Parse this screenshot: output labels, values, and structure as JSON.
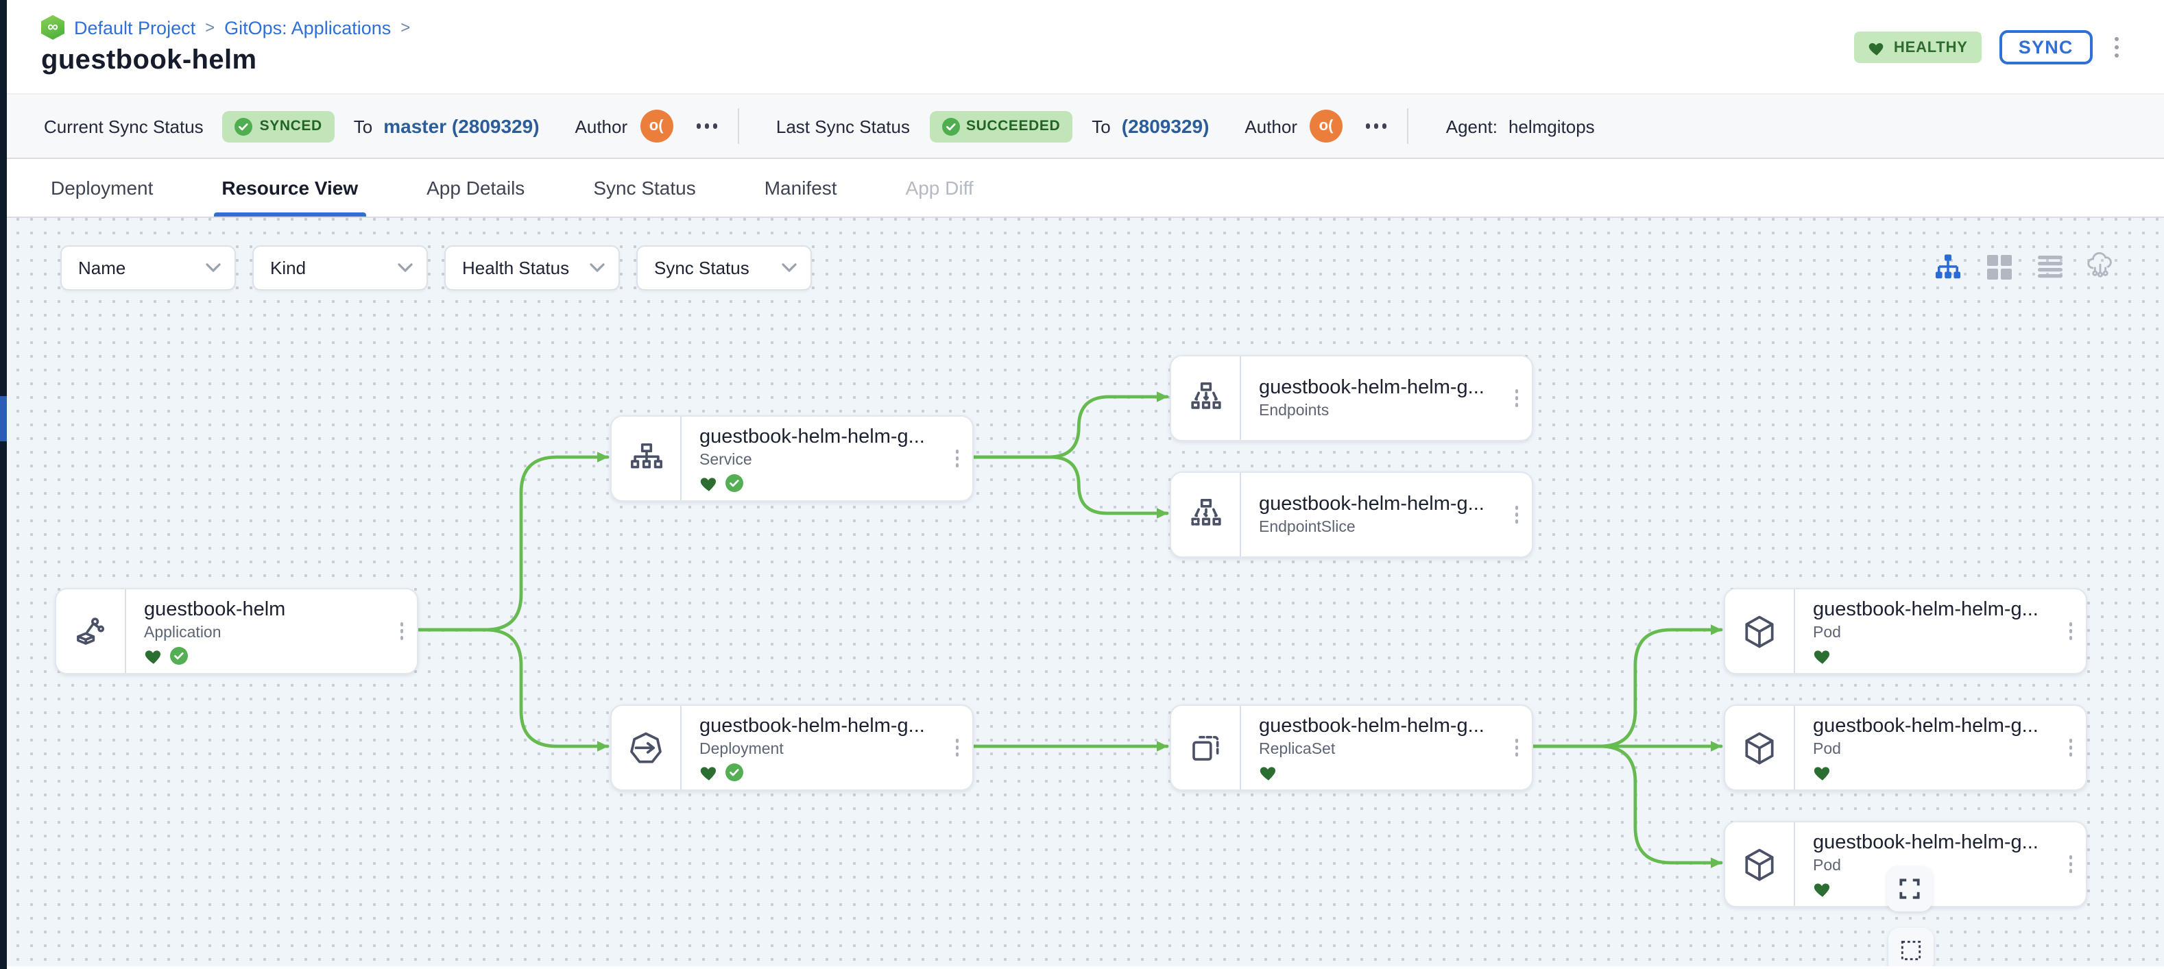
{
  "breadcrumb": {
    "brand_icon": "codefresh-infinity-icon",
    "items": [
      "Default Project",
      "GitOps: Applications"
    ],
    "separator": ">"
  },
  "page": {
    "title": "guestbook-helm"
  },
  "header_actions": {
    "health_badge": {
      "label": "HEALTHY",
      "icon": "heart-icon"
    },
    "sync_button": "SYNC",
    "more_icon": "kebab-menu-icon"
  },
  "status_bar": {
    "current": {
      "label": "Current Sync Status",
      "badge": "SYNCED",
      "to_label": "To",
      "revision": "master (2809329)",
      "author_label": "Author",
      "avatar_text": "o("
    },
    "last": {
      "label": "Last Sync Status",
      "badge": "SUCCEEDED",
      "to_label": "To",
      "revision": "(2809329)",
      "author_label": "Author",
      "avatar_text": "o("
    },
    "agent": {
      "label": "Agent:",
      "value": "helmgitops"
    }
  },
  "tabs": [
    {
      "label": "Deployment",
      "state": "normal"
    },
    {
      "label": "Resource View",
      "state": "active"
    },
    {
      "label": "App Details",
      "state": "normal"
    },
    {
      "label": "Sync Status",
      "state": "normal"
    },
    {
      "label": "Manifest",
      "state": "normal"
    },
    {
      "label": "App Diff",
      "state": "disabled"
    }
  ],
  "filters": [
    {
      "label": "Name"
    },
    {
      "label": "Kind"
    },
    {
      "label": "Health Status"
    },
    {
      "label": "Sync Status"
    }
  ],
  "view_toggles": [
    {
      "icon": "tree-view-icon",
      "active": true
    },
    {
      "icon": "grid-view-icon",
      "active": false
    },
    {
      "icon": "list-view-icon",
      "active": false
    },
    {
      "icon": "cloud-view-icon",
      "active": false
    }
  ],
  "canvas_controls": [
    {
      "icon": "expand-icon"
    },
    {
      "icon": "fit-selection-icon"
    }
  ],
  "graph": {
    "nodes": [
      {
        "id": "app",
        "title": "guestbook-helm",
        "kind": "Application",
        "health": "healthy",
        "sync": "synced"
      },
      {
        "id": "svc",
        "title": "guestbook-helm-helm-g...",
        "kind": "Service",
        "health": "healthy",
        "sync": "synced"
      },
      {
        "id": "ep",
        "title": "guestbook-helm-helm-g...",
        "kind": "Endpoints",
        "health": null,
        "sync": null
      },
      {
        "id": "eps",
        "title": "guestbook-helm-helm-g...",
        "kind": "EndpointSlice",
        "health": null,
        "sync": null
      },
      {
        "id": "deploy",
        "title": "guestbook-helm-helm-g...",
        "kind": "Deployment",
        "health": "healthy",
        "sync": "synced"
      },
      {
        "id": "rs",
        "title": "guestbook-helm-helm-g...",
        "kind": "ReplicaSet",
        "health": "healthy",
        "sync": null
      },
      {
        "id": "pod1",
        "title": "guestbook-helm-helm-g...",
        "kind": "Pod",
        "health": "healthy",
        "sync": null
      },
      {
        "id": "pod2",
        "title": "guestbook-helm-helm-g...",
        "kind": "Pod",
        "health": "healthy",
        "sync": null
      },
      {
        "id": "pod3",
        "title": "guestbook-helm-helm-g...",
        "kind": "Pod",
        "health": "healthy",
        "sync": null
      }
    ],
    "edges": [
      [
        "app",
        "svc"
      ],
      [
        "app",
        "deploy"
      ],
      [
        "svc",
        "ep"
      ],
      [
        "svc",
        "eps"
      ],
      [
        "deploy",
        "rs"
      ],
      [
        "rs",
        "pod1"
      ],
      [
        "rs",
        "pod2"
      ],
      [
        "rs",
        "pod3"
      ]
    ]
  },
  "colors": {
    "accent_blue": "#2f6fd6",
    "commit_blue": "#2b5d9b",
    "edge_green": "#65bb4f",
    "badge_green_bg": "#c1e5b9",
    "badge_green_text": "#2d6b2e",
    "heart_green": "#2c6e31",
    "check_green": "#4fae50",
    "canvas_bg": "#eff5f9"
  }
}
